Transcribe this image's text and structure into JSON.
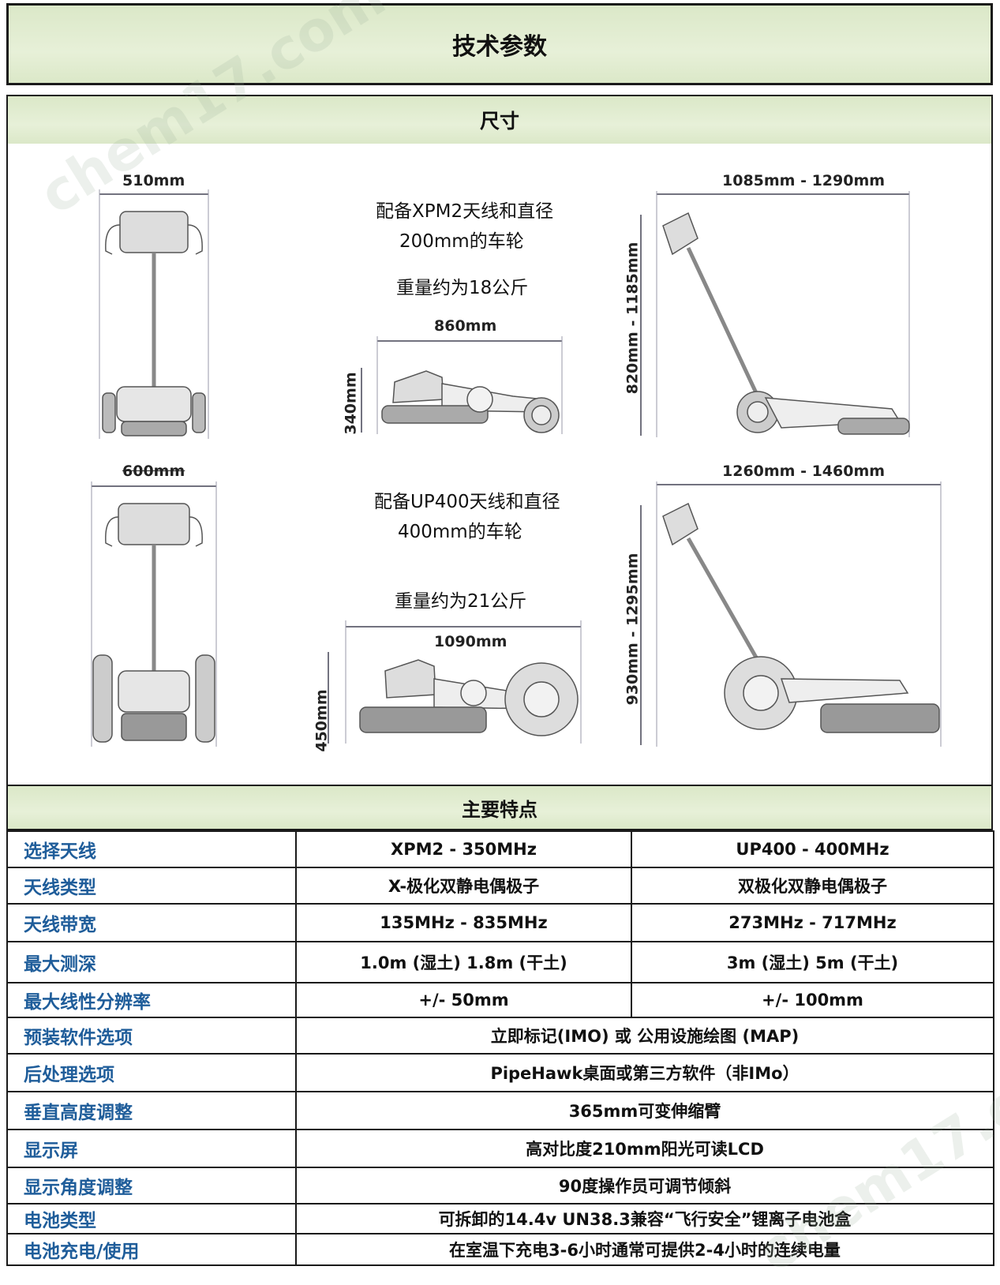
{
  "title": "技术参数",
  "sections": {
    "dimensions": "尺寸",
    "features": "主要特点"
  },
  "watermark": "chem17.com",
  "drawings": {
    "xpm2": {
      "front_width": "510mm",
      "note_line1": "配备XPM2天线和直径",
      "note_line2": "200mm的车轮",
      "weight": "重量约为18公斤",
      "side_length": "860mm",
      "side_height": "340mm",
      "handle_length": "1085mm - 1290mm",
      "handle_height": "820mm - 1185mm"
    },
    "up400": {
      "front_width": "600mm",
      "note_line1": "配备UP400天线和直径",
      "note_line2": "400mm的车轮",
      "weight": "重量约为21公斤",
      "side_length": "1090mm",
      "side_height": "450mm",
      "handle_length": "1260mm - 1460mm",
      "handle_height": "930mm - 1295mm"
    }
  },
  "specs": [
    {
      "label": "选择天线",
      "xpm2": "XPM2 - 350MHz",
      "up400": "UP400 - 400MHz"
    },
    {
      "label": "天线类型",
      "xpm2": "X-极化双静电偶极子",
      "up400": "双极化双静电偶极子"
    },
    {
      "label": "天线带宽",
      "xpm2": "135MHz - 835MHz",
      "up400": "273MHz - 717MHz"
    },
    {
      "label": "最大测深",
      "xpm2": "1.0m (湿土) 1.8m (干土)",
      "up400": "3m (湿土) 5m (干土)"
    },
    {
      "label": "最大线性分辨率",
      "xpm2": "+/- 50mm",
      "up400": "+/- 100mm"
    },
    {
      "label": "预装软件选项",
      "both": "立即标记(IMO) 或 公用设施绘图 (MAP)"
    },
    {
      "label": "后处理选项",
      "both": "PipeHawk桌面或第三方软件（非IMo）"
    },
    {
      "label": "垂直高度调整",
      "both": "365mm可变伸缩臂"
    },
    {
      "label": "显示屏",
      "both": "高对比度210mm阳光可读LCD"
    },
    {
      "label": "显示角度调整",
      "both": "90度操作员可调节倾斜"
    },
    {
      "label": "电池类型",
      "both": "可拆卸的14.4v UN38.3兼容“飞行安全”锂离子电池盒"
    },
    {
      "label": "电池充电/使用",
      "both": "在室温下充电3-6小时通常可提供2-4小时的连续电量"
    }
  ]
}
